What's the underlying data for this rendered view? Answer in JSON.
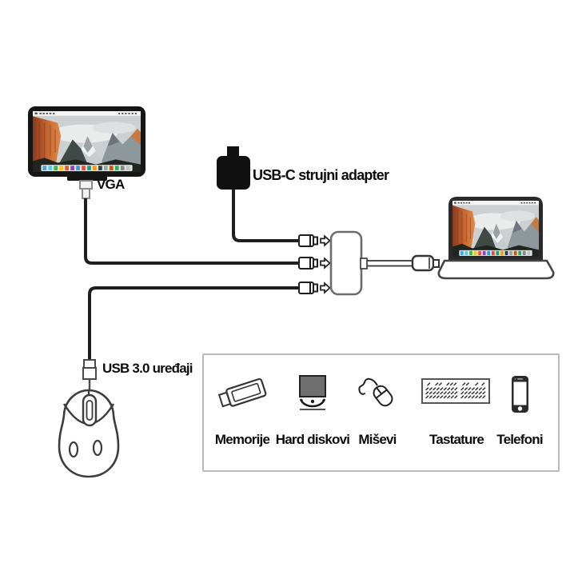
{
  "labels": {
    "vga": "VGA",
    "power_adapter": "USB-C strujni adapter",
    "usb_devices": "USB 3.0 uređaji"
  },
  "legend": {
    "items": [
      {
        "icon": "usb-flash-drive-icon",
        "label": "Memorije"
      },
      {
        "icon": "hard-drive-icon",
        "label": "Hard diskovi"
      },
      {
        "icon": "mouse-icon",
        "label": "Miševi"
      },
      {
        "icon": "keyboard-icon",
        "label": "Tastature"
      },
      {
        "icon": "smartphone-icon",
        "label": "Telefoni"
      }
    ]
  },
  "colors": {
    "line": "#1f1f1f",
    "legend_border": "#b9b9b9",
    "cliff_orange": "#d97a3c",
    "background": "#ffffff"
  }
}
